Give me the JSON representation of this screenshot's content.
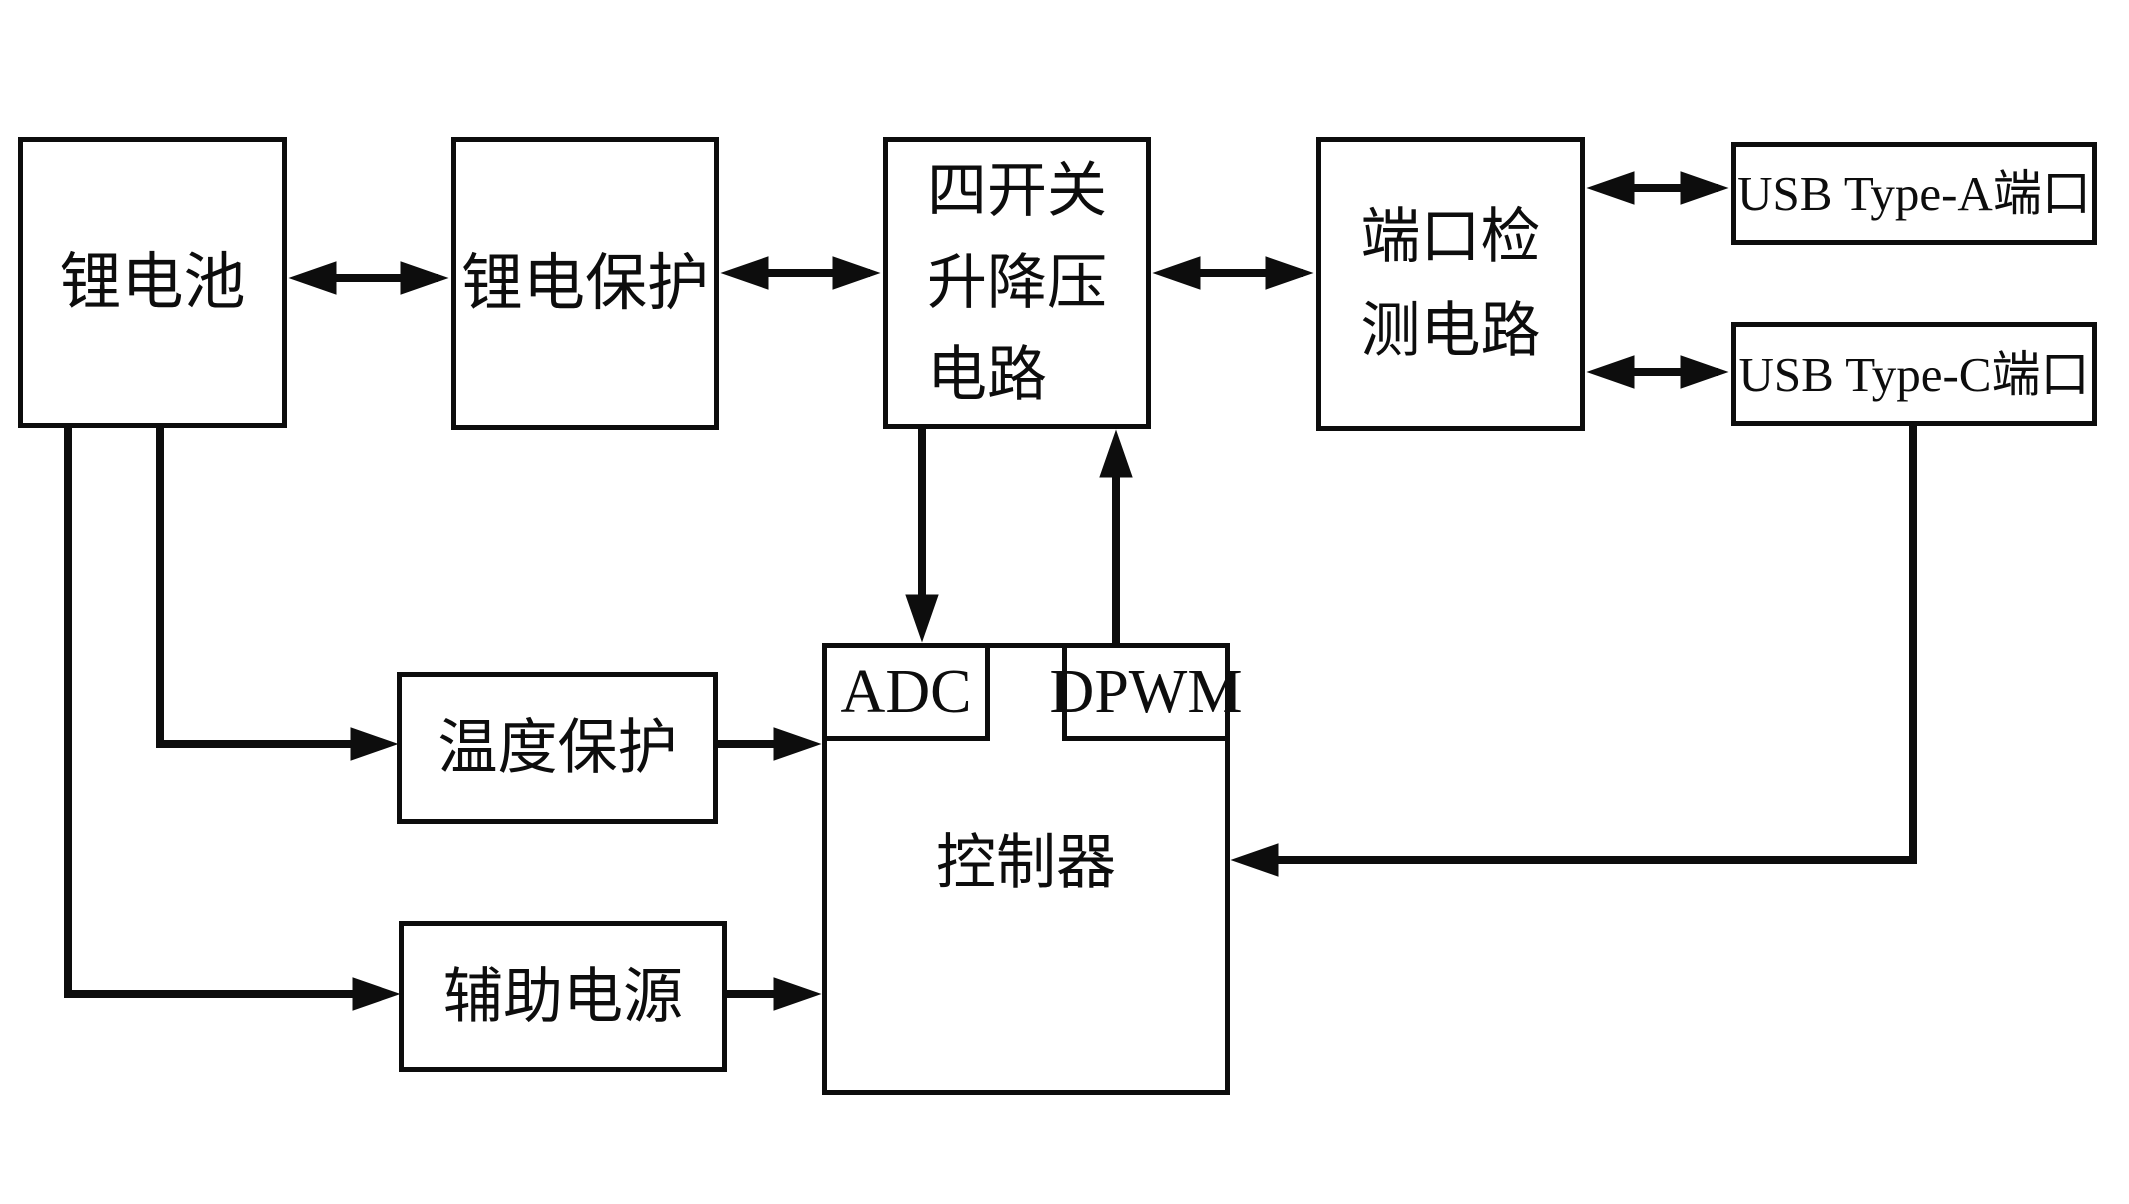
{
  "diagram": {
    "background_color": "#ffffff",
    "line_color": "#0d0d0d",
    "blocks": {
      "battery": {
        "label": "锂电池"
      },
      "battery_protection": {
        "label": "锂电保护"
      },
      "buck_boost": {
        "lines": [
          "四开关",
          "升降压",
          "电路"
        ]
      },
      "port_detection": {
        "lines": [
          "端口检",
          "测电路"
        ]
      },
      "usb_type_a": {
        "label": "USB Type-A端口"
      },
      "usb_type_c": {
        "label": "USB Type-C端口"
      },
      "temp_protection": {
        "label": "温度保护"
      },
      "aux_power": {
        "label": "辅助电源"
      },
      "controller": {
        "label": "控制器"
      },
      "adc": {
        "label": "ADC"
      },
      "dpwm": {
        "label": "DPWM"
      }
    },
    "connections": [
      {
        "from": "锂电池",
        "to": "锂电保护",
        "style": "double-arrow"
      },
      {
        "from": "锂电保护",
        "to": "四开关升降压电路",
        "style": "double-arrow"
      },
      {
        "from": "四开关升降压电路",
        "to": "端口检测电路",
        "style": "double-arrow"
      },
      {
        "from": "端口检测电路",
        "to": "USB Type-A端口",
        "style": "double-arrow"
      },
      {
        "from": "端口检测电路",
        "to": "USB Type-C端口",
        "style": "double-arrow"
      },
      {
        "from": "四开关升降压电路",
        "to": "ADC",
        "style": "arrow"
      },
      {
        "from": "DPWM",
        "to": "四开关升降压电路",
        "style": "arrow"
      },
      {
        "from": "锂电池",
        "to": "温度保护",
        "style": "arrow"
      },
      {
        "from": "温度保护",
        "to": "控制器",
        "style": "arrow"
      },
      {
        "from": "锂电池",
        "to": "辅助电源",
        "style": "arrow"
      },
      {
        "from": "辅助电源",
        "to": "控制器",
        "style": "arrow"
      },
      {
        "from": "USB Type-C端口",
        "to": "控制器",
        "style": "arrow"
      }
    ]
  }
}
